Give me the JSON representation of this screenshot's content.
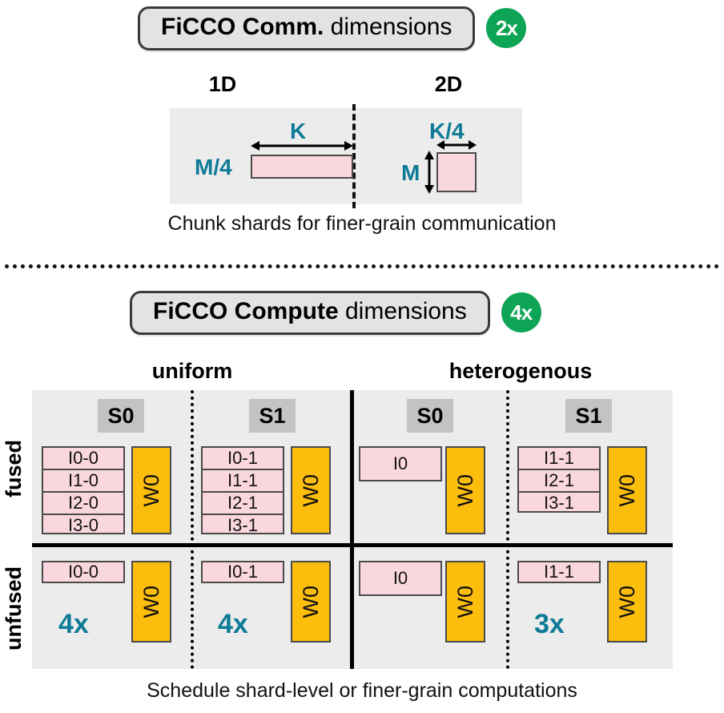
{
  "comm_section": {
    "header": {
      "title_bold": "FiCCO Comm.",
      "title_light": " dimensions",
      "badge": "2x"
    },
    "columns": [
      {
        "label": "1D"
      },
      {
        "label": "2D"
      }
    ],
    "one_d": {
      "width_label": "K",
      "height_label": "M/4"
    },
    "two_d": {
      "width_label": "K/4",
      "height_label": "M"
    },
    "caption": "Chunk shards for finer-grain communication"
  },
  "compute_section": {
    "header": {
      "title_bold": "FiCCO Compute",
      "title_light": " dimensions",
      "badge": "4x"
    },
    "column_groups": [
      {
        "label": "uniform"
      },
      {
        "label": "heterogenous"
      }
    ],
    "row_labels": [
      {
        "label": "fused"
      },
      {
        "label": "unfused"
      }
    ],
    "weight_label": "W0",
    "cells": {
      "uniform_fused_s0": {
        "stage": "S0",
        "inputs": [
          "I0-0",
          "I1-0",
          "I2-0",
          "I3-0"
        ],
        "weight": "W0",
        "multiplier": ""
      },
      "uniform_fused_s1": {
        "stage": "S1",
        "inputs": [
          "I0-1",
          "I1-1",
          "I2-1",
          "I3-1"
        ],
        "weight": "W0",
        "multiplier": ""
      },
      "hetero_fused_s0": {
        "stage": "S0",
        "inputs": [
          "I0"
        ],
        "weight": "W0",
        "multiplier": ""
      },
      "hetero_fused_s1": {
        "stage": "S1",
        "inputs": [
          "I1-1",
          "I2-1",
          "I3-1"
        ],
        "weight": "W0",
        "multiplier": ""
      },
      "uniform_unfused_s0": {
        "stage": "",
        "inputs": [
          "I0-0"
        ],
        "weight": "W0",
        "multiplier": "4x"
      },
      "uniform_unfused_s1": {
        "stage": "",
        "inputs": [
          "I0-1"
        ],
        "weight": "W0",
        "multiplier": "4x"
      },
      "hetero_unfused_s0": {
        "stage": "",
        "inputs": [
          "I0"
        ],
        "weight": "W0",
        "multiplier": ""
      },
      "hetero_unfused_s1": {
        "stage": "",
        "inputs": [
          "I1-1"
        ],
        "weight": "W0",
        "multiplier": "3x"
      }
    },
    "caption": "Schedule shard-level or finer-grain computations"
  },
  "colors": {
    "panel_bg": "#ececec",
    "input_block": "#fad7dd",
    "weight_block": "#fcbe0d",
    "stage_badge": "#c3c3c3",
    "accent_teal": "#0e7b96",
    "badge_green": "#0da555",
    "pill_bg": "#e3e3e3"
  }
}
